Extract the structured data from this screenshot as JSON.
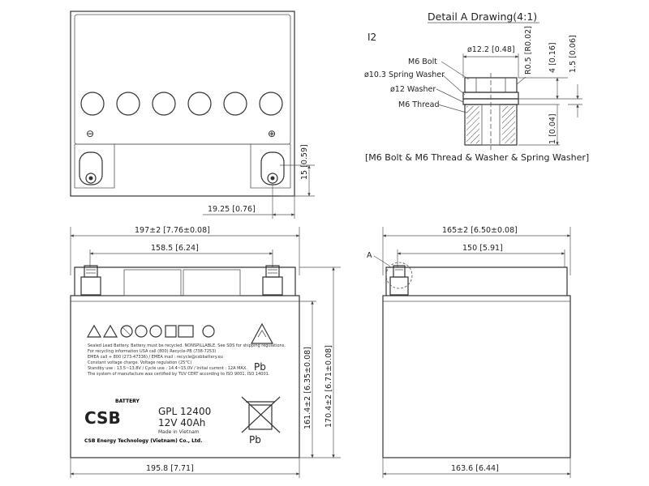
{
  "detail": {
    "title": "Detail A Drawing(4:1)",
    "terminal": "I2",
    "labels": {
      "bolt": "M6 Bolt",
      "spring_washer": "ø10.3 Spring Washer",
      "washer": "ø12 Washer",
      "thread": "M6 Thread"
    },
    "dims": {
      "dia": "ø12.2",
      "dia_in": "[0.48]",
      "r05": "R0.5",
      "r05_in": "[R0.02]",
      "d4": "4",
      "d4_in": "[0.16]",
      "d15": "1.5",
      "d15_in": "[0.06]",
      "d1": "1",
      "d1_in": "[0.04]"
    },
    "caption": "[M6 Bolt & M6 Thread & Washer & Spring Washer]"
  },
  "top_view": {
    "dim_15": "15",
    "dim_15_in": "[0.59]",
    "dim_1925": "19.25",
    "dim_1925_in": "[0.76]",
    "minus": "⊖",
    "plus": "⊕"
  },
  "front_view": {
    "w_total": "197±2",
    "w_total_in": "[7.76±0.08]",
    "w_term": "158.5",
    "w_term_in": "[6.24]",
    "w_base": "195.8",
    "w_base_in": "[7.71]",
    "h_body": "161.4±2",
    "h_body_in": "[6.35±0.08]",
    "h_total": "170.4±2",
    "h_total_in": "[6.71±0.08]"
  },
  "side_view": {
    "w_total": "165±2",
    "w_total_in": "[6.50±0.08]",
    "w_term": "150",
    "w_term_in": "[5.91]",
    "w_base": "163.6",
    "w_base_in": "[6.44]",
    "detail_ref": "A"
  },
  "label": {
    "logo": "CSB",
    "battery": "BATTERY",
    "model": "GPL 12400",
    "rating": "12V 40Ah",
    "made": "Made in Vietnam",
    "company": "CSB Energy Technology (Vietnam) Co., Ltd.",
    "pb_top": "Pb",
    "pb_bottom": "Pb",
    "warning_lines": [
      "Sealed Lead Battery. Battery must be recycled. NONSPILLABLE. See SDS for shipping regulations.",
      "For recycling information USA call (800) Recycle-PB (738-7253)",
      "EMEA call + 800 (273-47336) / EMEA mail : recycle@csbbattery.eu",
      "Constant voltage charge. Voltage regulation (25°C)",
      "Standby use : 13.5~13.8V / Cycle use : 14.4~15.0V / Initial current : 12A MAX.",
      "The system of manufacture was certified by TUV CERT according to ISO 9001, ISO 14001."
    ]
  }
}
